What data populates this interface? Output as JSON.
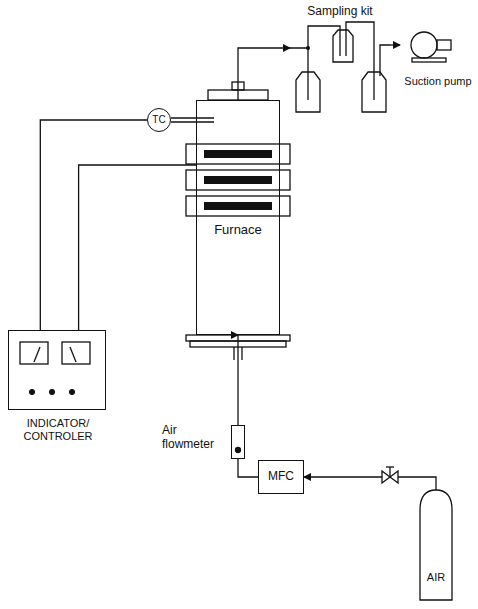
{
  "diagram": {
    "nodes": [
      {
        "text": [
          "Furnace"
        ]
      },
      {
        "text": [
          "TC"
        ]
      },
      {
        "text": [
          "INDICATOR/ CONTROLER"
        ]
      },
      {
        "text": [
          "Sampling kit"
        ]
      },
      {
        "text": [
          "Suction pump"
        ]
      },
      {
        "text": [
          "Air flowmeter"
        ]
      },
      {
        "text": [
          "MFC"
        ]
      },
      {
        "text": [
          "AIR"
        ]
      }
    ],
    "edges": [
      {
        "from": 7,
        "to": 6,
        "arrow": "to"
      },
      {
        "from": 6,
        "to": 5,
        "arrow": "none"
      },
      {
        "from": 5,
        "to": 0,
        "arrow": "to"
      },
      {
        "from": 0,
        "to": 3,
        "arrow": "to"
      },
      {
        "from": 3,
        "to": 4,
        "arrow": "to"
      },
      {
        "from": 2,
        "to": 1,
        "arrow": "none"
      },
      {
        "from": 2,
        "to": 0,
        "arrow": "none"
      }
    ]
  }
}
